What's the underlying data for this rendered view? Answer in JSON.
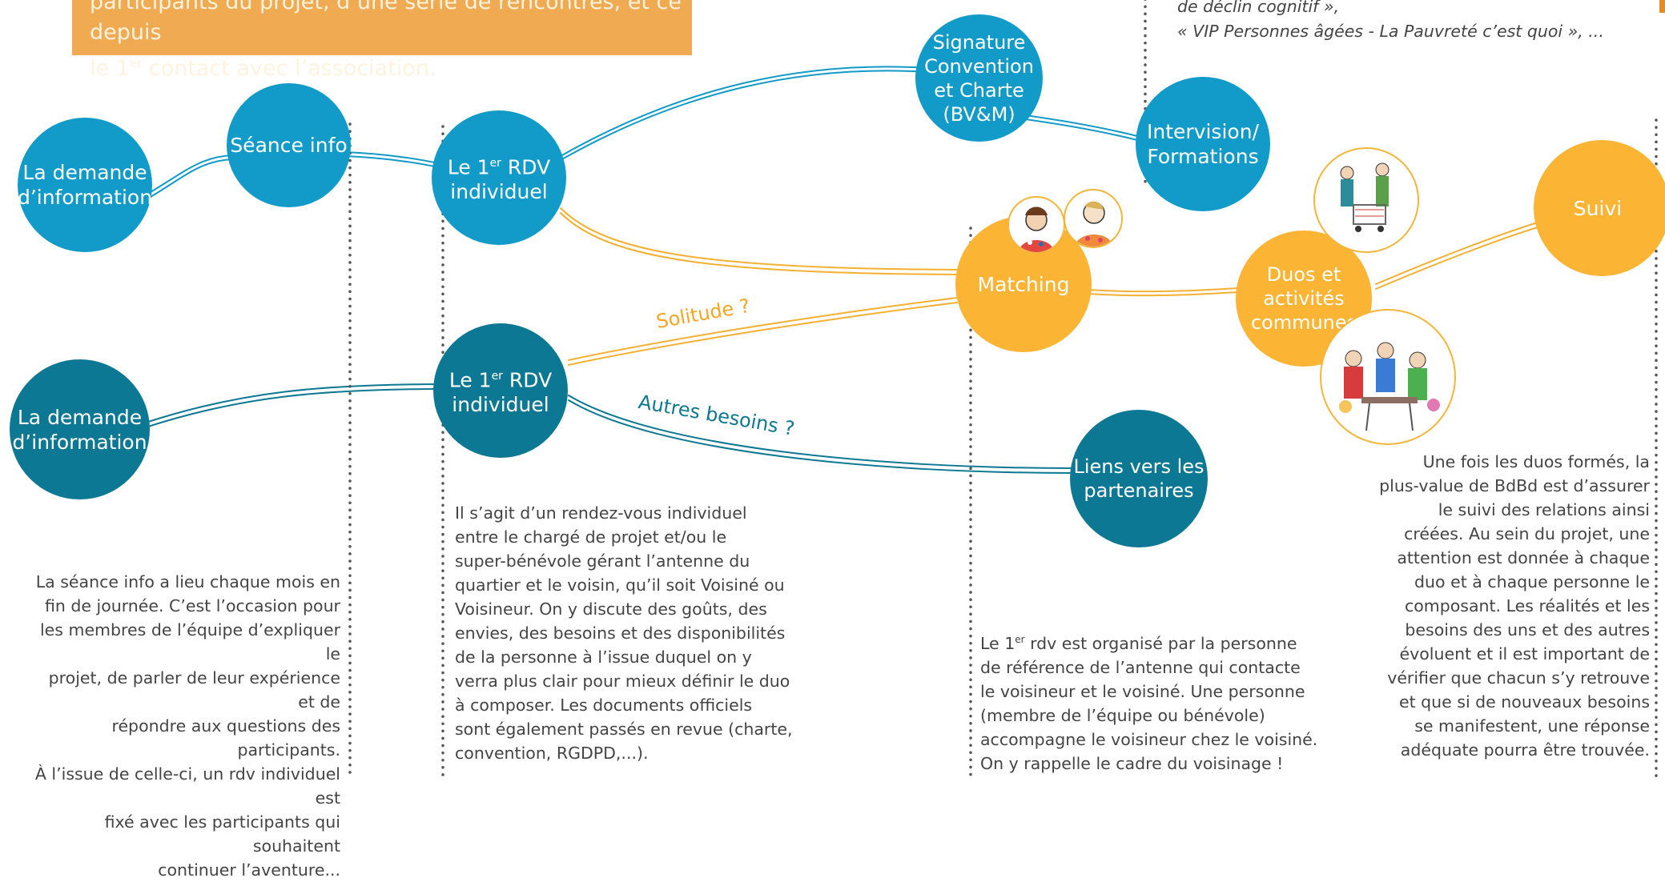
{
  "header": {
    "text_line1": "participants du projet, d’une série de rencontres, et ce depuis",
    "text_line2_pre": "le 1",
    "text_line2_sup": "er",
    "text_line2_post": " contact avec l’association."
  },
  "quotes": {
    "line1": "de déclin cognitif »,",
    "line2": "« VIP Personnes âgées - La Pauvreté c’est quoi », ..."
  },
  "nodes": {
    "demande_top": "La demande\nd’information",
    "seance_info": "Séance info",
    "rdv_top_pre": "Le 1",
    "rdv_top_sup": "er",
    "rdv_top_post": " RDV",
    "rdv_top_line2": "individuel",
    "signature": "Signature\nConvention\net Charte\n(BV&M)",
    "intervision": "Intervision/\nFormations",
    "matching": "Matching",
    "duos": "Duos et\nactivités\ncommunes",
    "suivi": "Suivi",
    "demande_bottom": "La demande\nd’information",
    "rdv_bottom_pre": "Le 1",
    "rdv_bottom_sup": "er",
    "rdv_bottom_post": " RDV",
    "rdv_bottom_line2": "individuel",
    "liens": "Liens vers les\npartenaires"
  },
  "edge_labels": {
    "solitude": "Solitude ?",
    "autres_besoins": "Autres besoins ?"
  },
  "texts": {
    "seance_desc": "La séance info a lieu chaque mois en\nfin de journée. C’est l’occasion pour\nles membres de l’équipe d’expliquer le\nprojet, de parler de leur expérience et de\nrépondre aux questions des participants.\nÀ l’issue de celle-ci, un rdv individuel est\nfixé avec les participants qui souhaitent\ncontinuer l’aventure...",
    "rdv_desc": "Il s’agit d’un rendez-vous individuel\nentre le chargé de projet et/ou le\nsuper-bénévole gérant l’antenne du\nquartier et le voisin, qu’il soit Voisiné ou\nVoisineur. On y discute des goûts, des\nenvies, des besoins et des disponibilités\nde la personne à l’issue duquel on y\nverra plus clair pour mieux définir le duo\nà composer. Les documents officiels\nsont également passés en revue (charte,\nconvention, RGDPD,...).",
    "matching_desc_pre": "Le 1",
    "matching_desc_sup": "er",
    "matching_desc_post": " rdv est organisé par la personne\nde référence de l’antenne qui contacte\nle voisineur et le voisiné. Une personne\n(membre de l’équipe ou bénévole)\naccompagne le voisineur chez le voisiné.\nOn y rappelle le cadre du voisinage !",
    "suivi_desc": "Une fois les duos formés, la\nplus-value de BdBd est d’assurer\nle suivi des relations ainsi\ncréées. Au sein du projet, une\nattention est donnée à chaque\nduo et à chaque personne le\ncomposant. Les réalités et les\nbesoins des uns et des autres\névoluent et il est important de\nvérifier que chacun s’y retrouve\net que si de nouveaux besoins\nse manifestent, une réponse\nadéquate pourra être trouvée."
  },
  "colors": {
    "blue": "#129bc9",
    "teal": "#0d7894",
    "amber": "#fbb434",
    "orange_box": "#f0ab52"
  }
}
